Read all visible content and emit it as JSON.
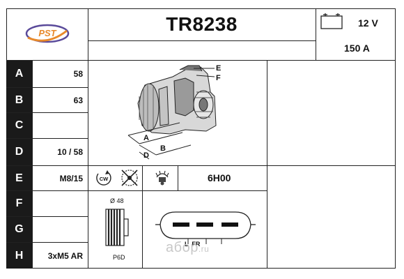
{
  "header": {
    "logo_text": "PST",
    "part_number": "TR8238",
    "voltage": "12 V",
    "amperage": "150 A"
  },
  "rows": [
    {
      "label": "A",
      "value": "58"
    },
    {
      "label": "B",
      "value": "63"
    },
    {
      "label": "C",
      "value": ""
    },
    {
      "label": "D",
      "value": "10 / 58"
    },
    {
      "label": "E",
      "value": "M8/15"
    },
    {
      "label": "F",
      "value": ""
    },
    {
      "label": "G",
      "value": ""
    },
    {
      "label": "H",
      "value": "3xM5 AR"
    }
  ],
  "diagram": {
    "labels": [
      "E",
      "F",
      "A",
      "B",
      "D"
    ]
  },
  "rotation": {
    "direction_text": "CW",
    "regulator_code": "6H00"
  },
  "pulley": {
    "diameter": "Ø 48",
    "type": "P6D"
  },
  "connector": {
    "pin_labels": "L  FR"
  },
  "watermark": {
    "text": "aбоp",
    "suffix": ".ru"
  },
  "colors": {
    "label_bg": "#1a1a1a",
    "logo_orange": "#e8892b",
    "logo_purple": "#5a4a9a"
  }
}
